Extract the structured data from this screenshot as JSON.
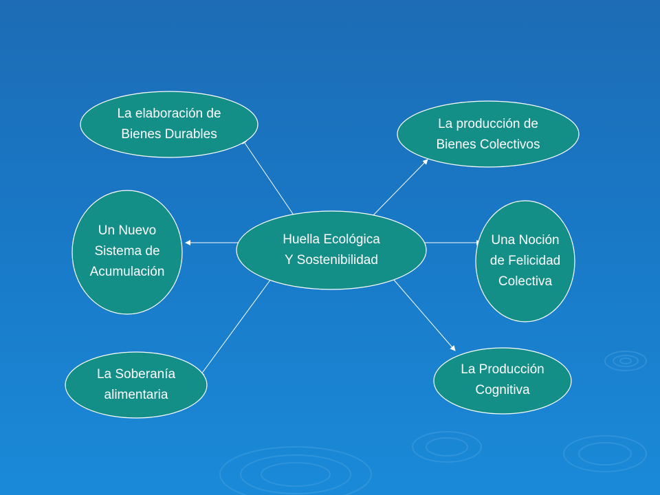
{
  "colors": {
    "node_fill": "#138f88",
    "node_border": "#ffffff",
    "arrow": "#ffffff",
    "text": "#ffffff"
  },
  "nodes": {
    "center": "Huella Ecológica\nY Sostenibilidad",
    "durable_goods": "La elaboración de\nBienes Durables",
    "collective_goods": "La producción de\nBienes Colectivos",
    "accumulation": "Un Nuevo\nSistema de\nAcumulación",
    "happiness": "Una Noción\nde Felicidad\nColectiva",
    "food_sovereignty": "La Soberanía\nalimentaria",
    "cognitive_production": "La Producción\nCognitiva"
  }
}
